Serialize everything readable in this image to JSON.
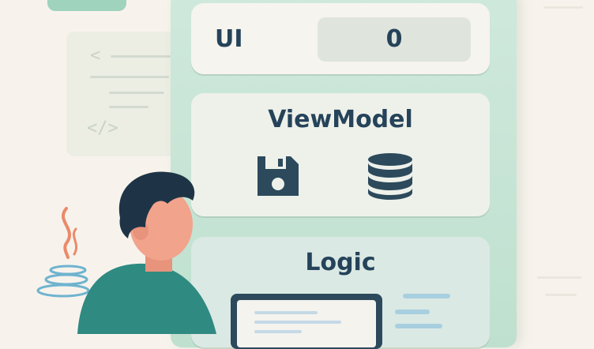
{
  "ui_layer": {
    "label": "UI",
    "value": "0"
  },
  "viewmodel_layer": {
    "title": "ViewModel",
    "icons": [
      "floppy-disk-icon",
      "database-icon"
    ]
  },
  "logic_layer": {
    "title": "Logic"
  },
  "decorations": {
    "code_symbols": [
      "<",
      "</>"
    ],
    "java_logo": "java-icon"
  },
  "colors": {
    "panel": "#bfe0cf",
    "text": "#25435a",
    "layer_light": "#f6f4ee",
    "logic_layer": "#dbe9e4",
    "person_shirt": "#2f8a82",
    "person_hair": "#1e3446",
    "skin": "#f2a38c",
    "java_flame": "#ea8a6a",
    "java_cup": "#6fb3cf"
  }
}
